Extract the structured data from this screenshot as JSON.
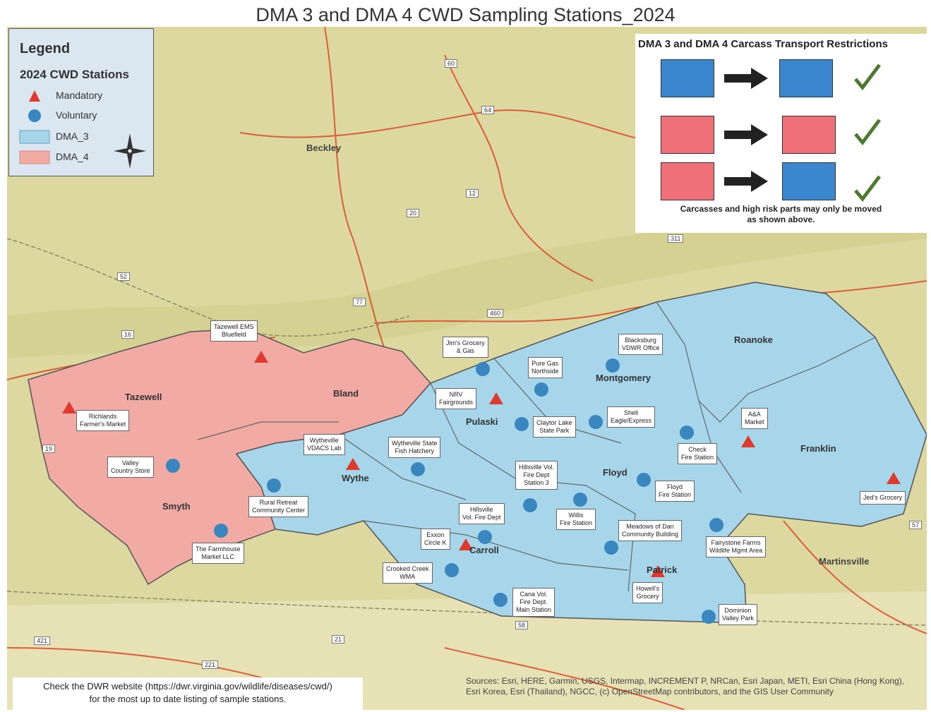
{
  "title": "DMA 3 and DMA 4 CWD Sampling Stations_2024",
  "colors": {
    "dma3": "#a7d6ea",
    "dma4": "#f2aaa4",
    "mandatory": "#e03a2f",
    "voluntary": "#3a87c0",
    "basemap": "#ded9a2",
    "restrict_blue": "#3a87d0",
    "restrict_red": "#f0707a",
    "check": "#4d7a2f"
  },
  "legend": {
    "title": "Legend",
    "subtitle": "2024 CWD Stations",
    "items": [
      {
        "symbol": "triangle",
        "label": "Mandatory"
      },
      {
        "symbol": "circle",
        "label": "Voluntary"
      },
      {
        "symbol": "dma3-box",
        "label": "DMA_3"
      },
      {
        "symbol": "dma4-box",
        "label": "DMA_4"
      }
    ],
    "compass_icon": "compass-rose-icon"
  },
  "restrictions": {
    "title": "DMA 3 and DMA 4 Carcass Transport Restrictions",
    "rows": [
      {
        "from": "blue",
        "to": "blue",
        "allowed": true
      },
      {
        "from": "red",
        "to": "red",
        "allowed": true
      },
      {
        "from": "red",
        "to": "blue",
        "allowed": true
      }
    ],
    "note_line1": "Carcasses and high risk parts may only be moved",
    "note_line2": "as shown above."
  },
  "counties": [
    {
      "name": "Tazewell"
    },
    {
      "name": "Bland"
    },
    {
      "name": "Smyth"
    },
    {
      "name": "Wythe"
    },
    {
      "name": "Pulaski"
    },
    {
      "name": "Montgomery"
    },
    {
      "name": "Roanoke"
    },
    {
      "name": "Floyd"
    },
    {
      "name": "Franklin"
    },
    {
      "name": "Carroll"
    },
    {
      "name": "Patrick"
    }
  ],
  "cities": [
    {
      "name": "Beckley"
    },
    {
      "name": "Martinsville"
    }
  ],
  "route_shields": [
    "60",
    "64",
    "12",
    "20",
    "52",
    "16",
    "19",
    "77",
    "460",
    "311",
    "421",
    "221",
    "21",
    "58",
    "57"
  ],
  "stations": [
    {
      "name": "Tazewell EMS Bluefield",
      "type": "mandatory",
      "lines": [
        "Tazewell EMS",
        "Bluefield"
      ]
    },
    {
      "name": "Richlands Farmer's Market",
      "type": "mandatory",
      "lines": [
        "Richlands",
        "Farmer's Market"
      ]
    },
    {
      "name": "Valley Country Store",
      "type": "voluntary",
      "lines": [
        "Valley",
        "Country Store"
      ]
    },
    {
      "name": "Wytheville VDACS Lab",
      "type": "mandatory",
      "lines": [
        "Wytheville",
        "VDACS Lab"
      ]
    },
    {
      "name": "Rural Retreat Community Center",
      "type": "voluntary",
      "lines": [
        "Rural Retreat",
        "Community Center"
      ]
    },
    {
      "name": "The Farmhouse Market LLC",
      "type": "voluntary",
      "lines": [
        "The Farmhouse",
        "Market LLC"
      ]
    },
    {
      "name": "Wytheville State Fish Hatchery",
      "type": "voluntary",
      "lines": [
        "Wytheville State",
        "Fish Hatchery"
      ]
    },
    {
      "name": "Jim's Grocery & Gas",
      "type": "voluntary",
      "lines": [
        "Jim's Grocery",
        "& Gas"
      ]
    },
    {
      "name": "NRV Fairgrounds",
      "type": "mandatory",
      "lines": [
        "NRV",
        "Fairgrounds"
      ]
    },
    {
      "name": "Pure Gas Northside",
      "type": "voluntary",
      "lines": [
        "Pure Gas",
        "Northside"
      ]
    },
    {
      "name": "Blacksburg VDWR Office",
      "type": "voluntary",
      "lines": [
        "Blacksburg",
        "VDWR Office"
      ]
    },
    {
      "name": "Claytor Lake State Park",
      "type": "voluntary",
      "lines": [
        "Claytor Lake",
        "State Park"
      ]
    },
    {
      "name": "Shell Eagle/Express",
      "type": "voluntary",
      "lines": [
        "Shell",
        "Eagle/Express"
      ]
    },
    {
      "name": "Check Fire Station",
      "type": "voluntary",
      "lines": [
        "Check",
        "Fire Station"
      ]
    },
    {
      "name": "A&A Market",
      "type": "mandatory",
      "lines": [
        "A&A",
        "Market"
      ]
    },
    {
      "name": "Jed's Grocery",
      "type": "mandatory",
      "lines": [
        "Jed's Grocery"
      ]
    },
    {
      "name": "Hillsville Vol. Fire Dept Station 3",
      "type": "voluntary",
      "lines": [
        "Hillsville Vol.",
        "Fire Dept",
        "Station 3"
      ]
    },
    {
      "name": "Floyd Fire Station",
      "type": "voluntary",
      "lines": [
        "Floyd",
        "Fire Station"
      ]
    },
    {
      "name": "Willis Fire Station",
      "type": "voluntary",
      "lines": [
        "Willis",
        "Fire Station"
      ]
    },
    {
      "name": "Hillsville Vol. Fire Dept",
      "type": "voluntary",
      "lines": [
        "Hillsville",
        "Vol. Fire Dept"
      ]
    },
    {
      "name": "Exxon Circle K",
      "type": "mandatory",
      "lines": [
        "Exxon",
        "Circle K"
      ]
    },
    {
      "name": "Meadows of Dan Community Building",
      "type": "voluntary",
      "lines": [
        "Meadows of Dan",
        "Community Building"
      ]
    },
    {
      "name": "Fairystone Farms Wildlife Mgmt Area",
      "type": "voluntary",
      "lines": [
        "Fairystone Farms",
        "Wildlife Mgmt Area"
      ]
    },
    {
      "name": "Crooked Creek WMA",
      "type": "voluntary",
      "lines": [
        "Crooked Creek",
        "WMA"
      ]
    },
    {
      "name": "Cana Vol. Fire Dept. Main Station",
      "type": "voluntary",
      "lines": [
        "Cana Vol.",
        "Fire Dept.",
        "Main Station"
      ]
    },
    {
      "name": "Howell's Grocery",
      "type": "mandatory",
      "lines": [
        "Howell's",
        "Grocery"
      ]
    },
    {
      "name": "Dominion Valley Park",
      "type": "voluntary",
      "lines": [
        "Dominion",
        "Valley Park"
      ]
    }
  ],
  "dwr_note": {
    "line1": "Check the DWR website (https://dwr.virginia.gov/wildlife/diseases/cwd/)",
    "line2": "for the most up to date listing of sample stations."
  },
  "sources": "Sources: Esri, HERE, Garmin, USGS, Intermap, INCREMENT P, NRCan, Esri Japan, METI, Esri China (Hong Kong), Esri Korea, Esri (Thailand), NGCC, (c) OpenStreetMap contributors, and the GIS User Community"
}
